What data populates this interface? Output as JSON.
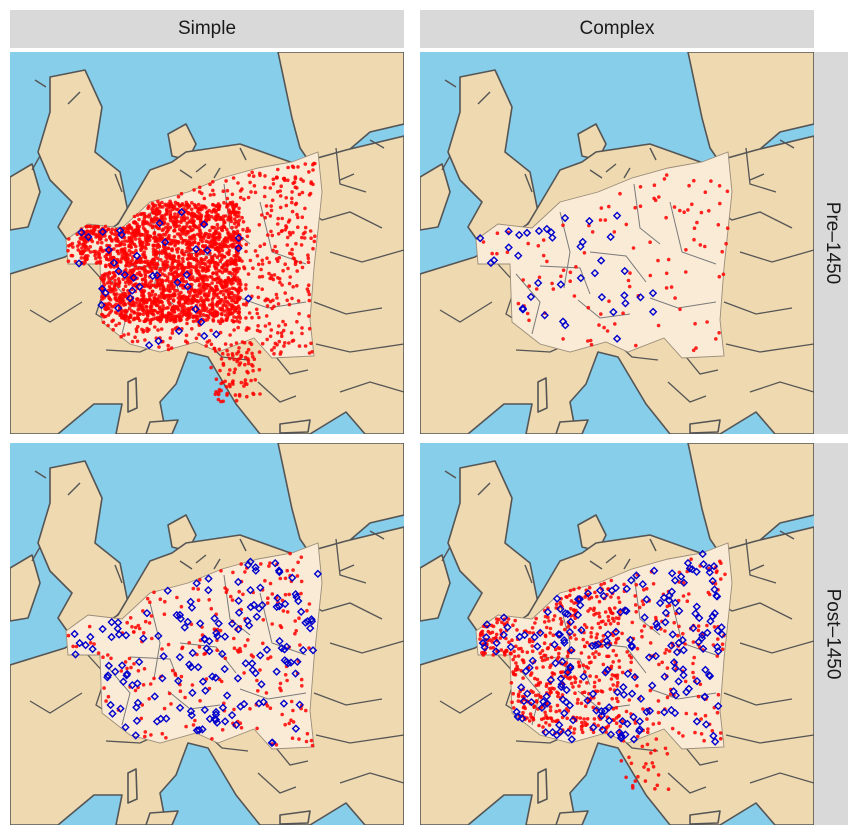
{
  "facets": {
    "columns": [
      "Simple",
      "Complex"
    ],
    "rows": [
      "Pre–1450",
      "Post–1450"
    ]
  },
  "colors": {
    "sea": "#87ceeb",
    "land": "#eed9b0",
    "region": "#faebd7",
    "border": "#555555",
    "point_red": "#ff0000",
    "point_blue": "#0000cc"
  },
  "legend": "none",
  "panels": [
    {
      "row": 0,
      "col": 0,
      "red_count": 2600,
      "blue_count": 40,
      "red_spread": "dense",
      "blue_area": "west"
    },
    {
      "row": 0,
      "col": 1,
      "red_count": 110,
      "blue_count": 38,
      "red_spread": "sparse",
      "blue_area": "west"
    },
    {
      "row": 1,
      "col": 0,
      "red_count": 230,
      "blue_count": 160,
      "red_spread": "medium",
      "blue_area": "wide"
    },
    {
      "row": 1,
      "col": 1,
      "red_count": 700,
      "blue_count": 210,
      "red_spread": "heavy-west",
      "blue_area": "wide"
    }
  ]
}
